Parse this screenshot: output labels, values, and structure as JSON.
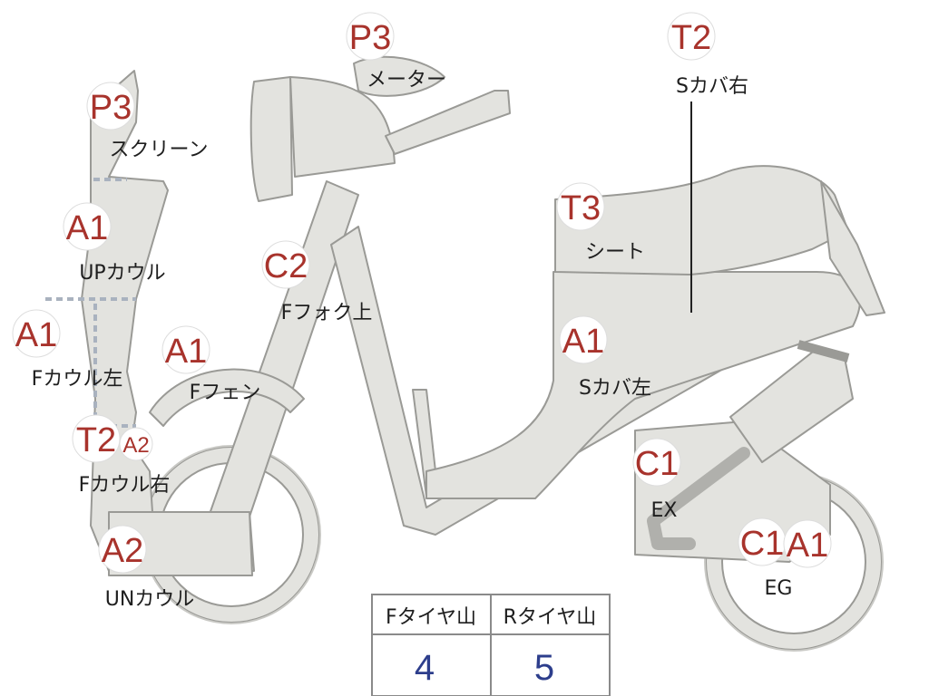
{
  "colors": {
    "body_fill": "#e3e3df",
    "body_stroke": "#9a9a96",
    "code_red": "#a8332c",
    "value_blue": "#2d3e8c",
    "dashed": "#a9b2bf"
  },
  "parts": [
    {
      "code": "P3",
      "label": "スクリーン"
    },
    {
      "code": "A1",
      "label": "UPカウル"
    },
    {
      "code": "A1",
      "label": "Fカウル左"
    },
    {
      "code": "T2",
      "code2": "A2",
      "label": "Fカウル右"
    },
    {
      "code": "A2",
      "label": "UNカウル"
    },
    {
      "code": "A1",
      "label": "Fフェン"
    },
    {
      "code": "C2",
      "label": "Fフォク上"
    },
    {
      "code": "P3",
      "label": "メーター"
    },
    {
      "code": "T2",
      "label": "Sカバ右"
    },
    {
      "code": "T3",
      "label": "シート"
    },
    {
      "code": "A1",
      "label": "Sカバ左"
    },
    {
      "code": "C1",
      "label": "EX"
    },
    {
      "code": "C1",
      "code2": "A1",
      "label": "EG"
    }
  ],
  "tire_table": {
    "headers": [
      "Fタイヤ山",
      "Rタイヤ山"
    ],
    "values": [
      "4",
      "5"
    ]
  }
}
